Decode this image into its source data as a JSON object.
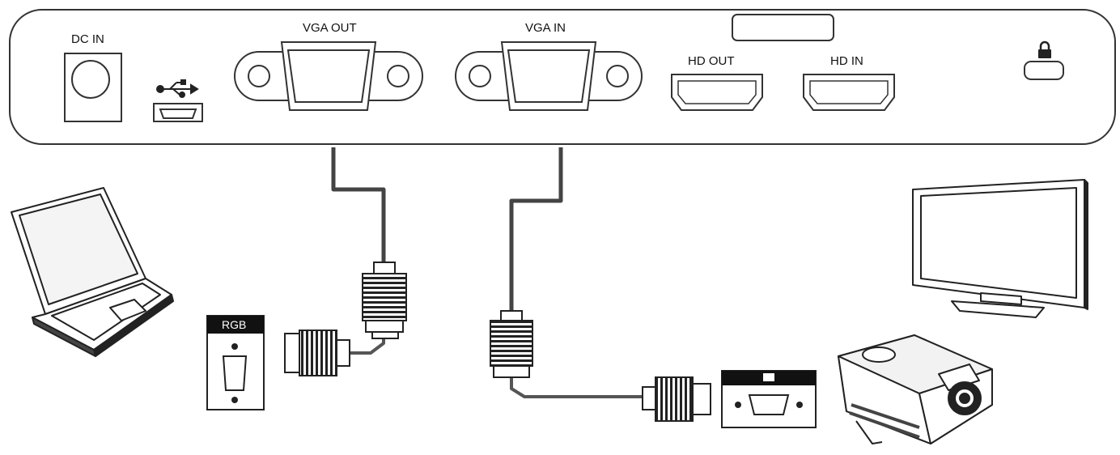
{
  "panel": {
    "ports": [
      {
        "id": "dc_in",
        "label": "DC IN"
      },
      {
        "id": "usb",
        "label": "",
        "icon": "usb-icon"
      },
      {
        "id": "vga_out",
        "label": "VGA OUT"
      },
      {
        "id": "vga_in",
        "label": "VGA IN"
      },
      {
        "id": "hd_out",
        "label": "HD OUT"
      },
      {
        "id": "hd_in",
        "label": "HD IN"
      },
      {
        "id": "lock",
        "label": "",
        "icon": "lock-icon"
      }
    ]
  },
  "devices": {
    "laptop": {
      "port_label": "RGB",
      "icon": "laptop-icon"
    },
    "projector": {
      "port_label": "",
      "icon": "projector-icon"
    },
    "monitor": {
      "icon": "monitor-icon"
    }
  },
  "colors": {
    "line": "#222222",
    "cable": "#555555",
    "panel_stroke": "#333333",
    "label_bg": "#111111"
  }
}
